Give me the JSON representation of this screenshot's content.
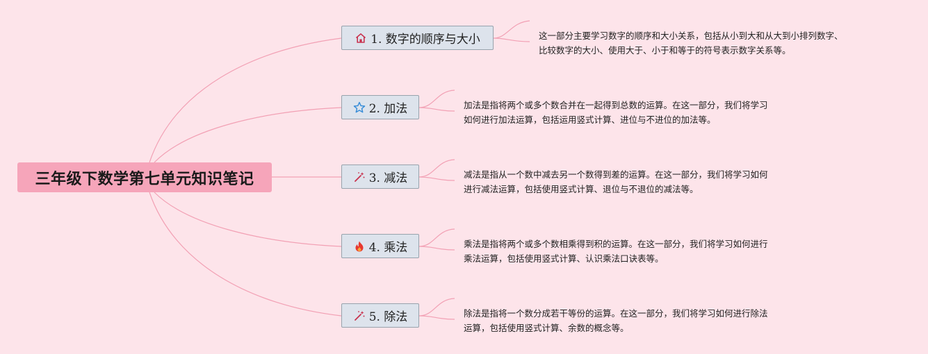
{
  "colors": {
    "background": "#fde4ea",
    "root_fill": "#f6a5ba",
    "topic_fill": "#dde3ec",
    "topic_border": "#97a3ad",
    "connector": "#f2a0b4"
  },
  "root": {
    "title": "三年级下数学第七单元知识笔记"
  },
  "topics": [
    {
      "label": "1. 数字的顺序与大小",
      "icon": "home-icon",
      "desc_lines": [
        "这一部分主要学习数字的顺序和大小关系，包括从小到大和从大到小排列数字、",
        "比较数字的大小、使用大于、小于和等于的符号表示数字关系等。"
      ]
    },
    {
      "label": "2. 加法",
      "icon": "star-icon",
      "desc_lines": [
        "加法是指将两个或多个数合并在一起得到总数的运算。在这一部分，我们将学习",
        "如何进行加法运算，包括运用竖式计算、进位与不进位的加法等。"
      ]
    },
    {
      "label": "3. 减法",
      "icon": "magic-wand-icon",
      "desc_lines": [
        "减法是指从一个数中减去另一个数得到差的运算。在这一部分，我们将学习如何",
        "进行减法运算，包括使用竖式计算、退位与不退位的减法等。"
      ]
    },
    {
      "label": "4. 乘法",
      "icon": "fire-icon",
      "desc_lines": [
        "乘法是指将两个或多个数相乘得到积的运算。在这一部分，我们将学习如何进行",
        "乘法运算，包括使用竖式计算、认识乘法口诀表等。"
      ]
    },
    {
      "label": "5. 除法",
      "icon": "magic-wand-icon",
      "desc_lines": [
        "除法是指将一个数分成若干等份的运算。在这一部分，我们将学习如何进行除法",
        "运算，包括使用竖式计算、余数的概念等。"
      ]
    }
  ]
}
